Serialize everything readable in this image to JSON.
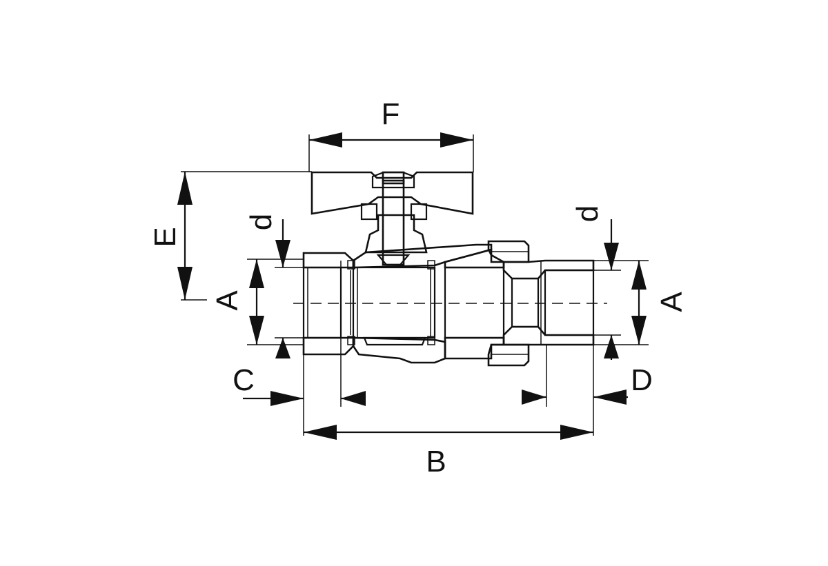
{
  "diagram": {
    "subject": "ball valve with butterfly handle, female inlet and union male outlet",
    "colors": {
      "line": "#111111",
      "background": "#ffffff"
    },
    "labels": {
      "F": "F",
      "E": "E",
      "d_left": "d",
      "d_right": "d",
      "A_left": "A",
      "A_right": "A",
      "C": "C",
      "D": "D",
      "B": "B"
    }
  }
}
